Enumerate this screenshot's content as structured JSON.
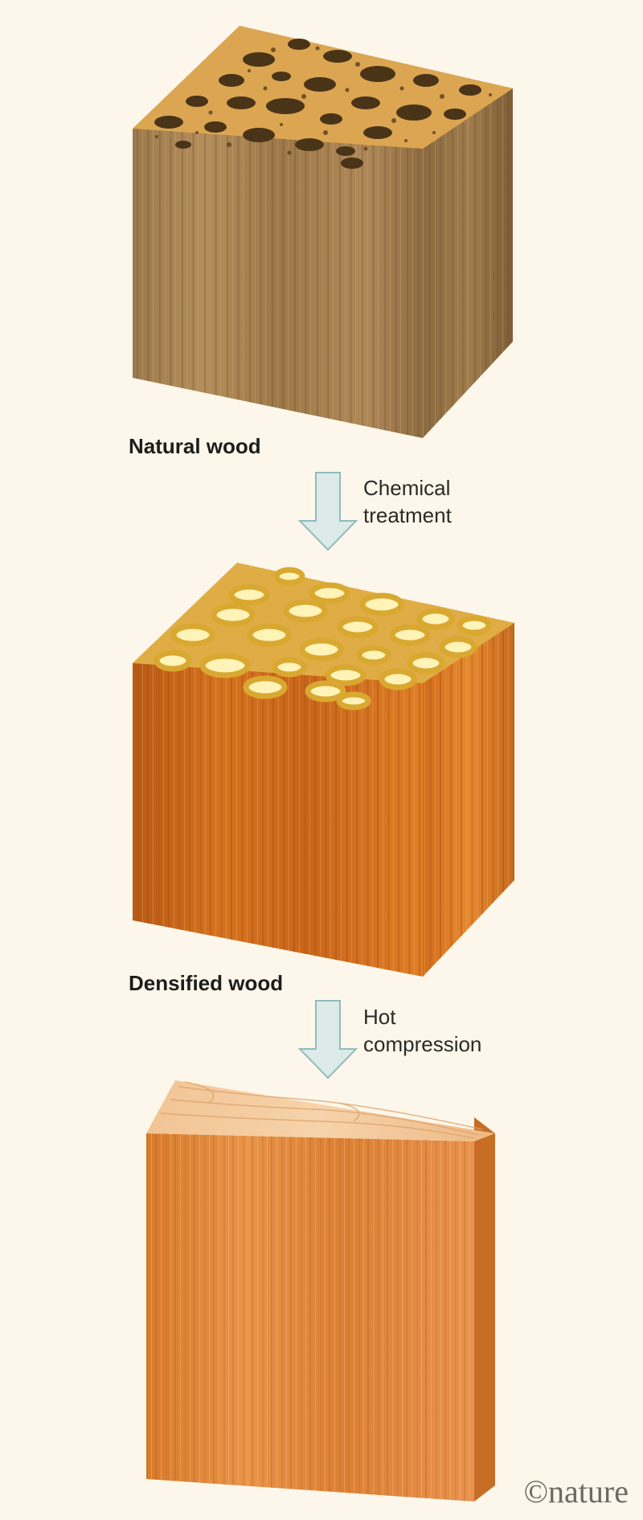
{
  "stages": [
    {
      "label": "Natural wood"
    },
    {
      "label": "Densified wood"
    }
  ],
  "steps": [
    {
      "line1": "Chemical",
      "line2": "treatment"
    },
    {
      "line1": "Hot",
      "line2": "compression"
    }
  ],
  "credit": "©nature",
  "colors": {
    "background": "#fcf7ea",
    "natural_top": "#d9a24a",
    "natural_side": "#a27b4c",
    "treated_side": "#d5721f",
    "pore_ring": "#f3d35a",
    "arrow": "#dcebe8",
    "arrow_stroke": "#8fbcbc"
  }
}
